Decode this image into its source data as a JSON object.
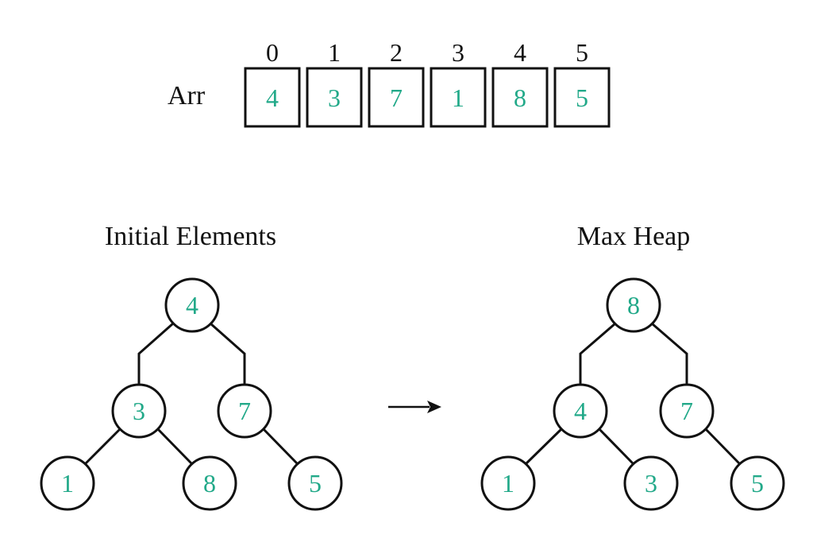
{
  "array": {
    "label": "Arr",
    "indices": [
      "0",
      "1",
      "2",
      "3",
      "4",
      "5"
    ],
    "values": [
      "4",
      "3",
      "7",
      "1",
      "8",
      "5"
    ]
  },
  "trees": {
    "initial": {
      "title": "Initial Elements",
      "nodes": [
        "4",
        "3",
        "7",
        "1",
        "8",
        "5"
      ]
    },
    "max_heap": {
      "title": "Max Heap",
      "nodes": [
        "8",
        "4",
        "7",
        "1",
        "3",
        "5"
      ]
    }
  },
  "arrow_icon": "right-arrow-icon",
  "colors": {
    "value_text": "#22a989",
    "outline": "#111111"
  }
}
